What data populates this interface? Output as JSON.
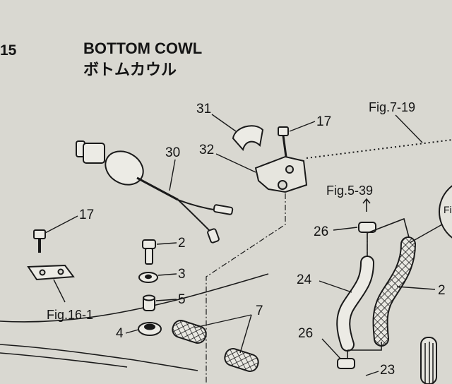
{
  "header": {
    "fig_number": "15",
    "title_en": "BOTTOM COWL",
    "title_jp": "ボトムカウル"
  },
  "parts": {
    "p31": "31",
    "p17_top": "17",
    "p32": "32",
    "p30": "30",
    "p17_left": "17",
    "p2": "2",
    "p3": "3",
    "p5": "5",
    "p4": "4",
    "p7": "7",
    "p26_top": "26",
    "p26_bottom": "26",
    "p24": "24",
    "p25": "2",
    "p23": "23"
  },
  "references": {
    "fig_7_19": "Fig.7-19",
    "fig_5_39": "Fig.5-39",
    "fig_16_1": "Fig.16-1",
    "fig_side": "Fi"
  },
  "colors": {
    "paper": "#d9d8d1",
    "ink": "#141414"
  }
}
